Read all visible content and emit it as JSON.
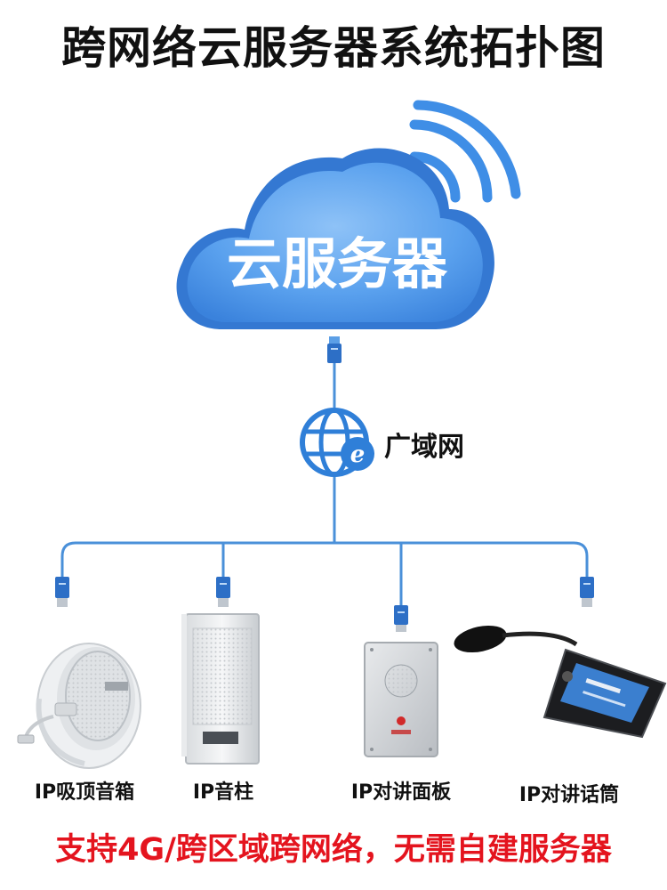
{
  "title": "跨网络云服务器系统拓扑图",
  "cloud": {
    "label": "云服务器"
  },
  "wan": {
    "label": "广域网"
  },
  "devices": [
    {
      "label": "IP吸顶音箱"
    },
    {
      "label": "IP音柱"
    },
    {
      "label": "IP对讲面板"
    },
    {
      "label": "IP对讲话筒"
    }
  ],
  "footer": "支持4G/跨区域跨网络，无需自建服务器",
  "colors": {
    "cloud": "#4d97ea",
    "cable": "#4a90d9",
    "title": "#111111",
    "footer": "#e4141e"
  }
}
